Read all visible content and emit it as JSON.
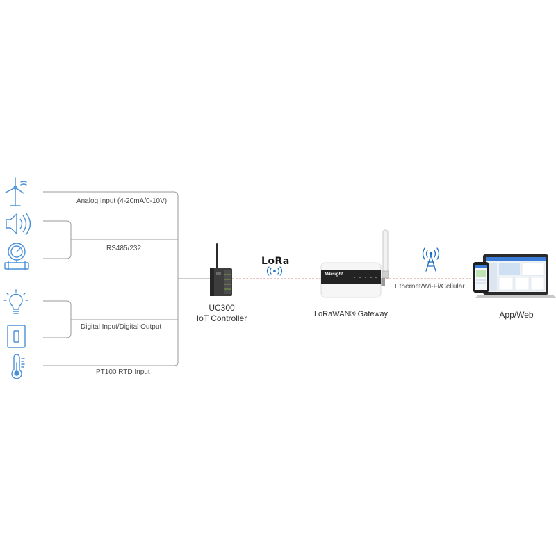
{
  "inputs": {
    "analog": "Analog Input (4-20mA/0-10V)",
    "rs485": "RS485/232",
    "digital": "Digital Input/Digital Output",
    "pt100": "PT100 RTD Input"
  },
  "controller": {
    "model": "UC300",
    "name": "IoT Controller"
  },
  "lora": {
    "logo_text": "LoRa"
  },
  "gateway": {
    "name": "LoRaWAN® Gateway",
    "brand": "Milesight"
  },
  "backhaul": {
    "label": "Ethernet/Wi-Fi/Cellular"
  },
  "app": {
    "name": "App/Web"
  },
  "icons": {
    "sensors": [
      "wind-turbine-icon",
      "speaker-icon",
      "pressure-gauge-icon",
      "light-bulb-icon",
      "wall-switch-icon",
      "thermometer-icon"
    ],
    "accent": "#4a90d9",
    "line": "#9a9a9a",
    "link": "#d98a8a"
  }
}
